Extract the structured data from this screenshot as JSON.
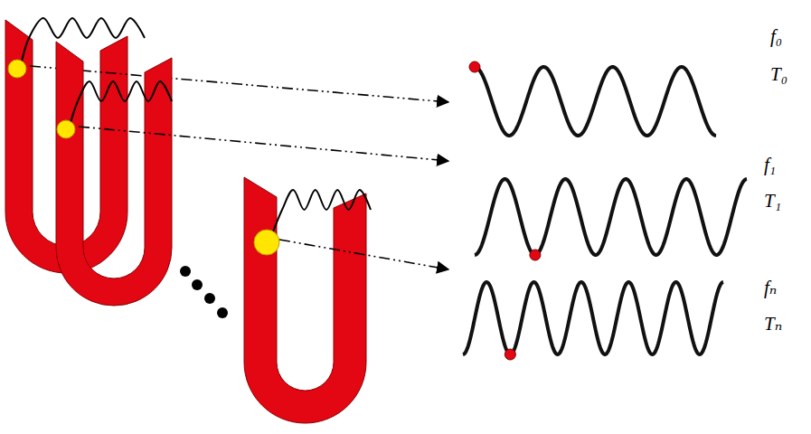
{
  "diagram": {
    "labels": [
      "f₀",
      "T₀",
      "f₁",
      "T₁",
      "fₙ",
      "Tₙ"
    ]
  }
}
